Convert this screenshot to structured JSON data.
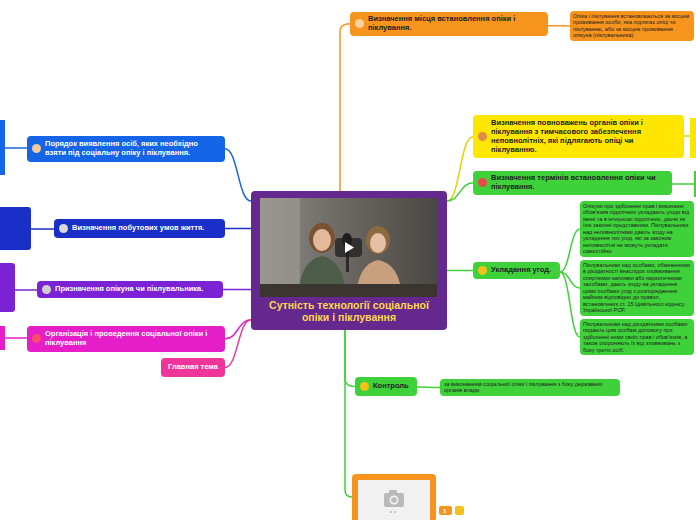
{
  "diagram": {
    "nodes": [
      {
        "text": [
          "Сутність технології соціальної опіки і піклування"
        ]
      },
      {
        "text": [
          "Визначення місця встановлення опіки і піклування."
        ]
      },
      {
        "text": [
          "Опіка і піклування встановлюються за місцем проживання особи, яка підлягає опіці чи піклуванню, або за місцем проживання опікуна (піклувальника)."
        ]
      },
      {
        "text": [
          "Визначення повноважень органів опіки і піклування з тимчасового забезпечення неповнолітніх, які підлягають опіці чи піклуванню."
        ]
      },
      {
        "text": [
          "Визначення термінів встановлення опіки чи піклування."
        ]
      },
      {
        "text": [
          "Укладання угод."
        ]
      },
      {
        "text": [
          "Опікуни при здійсненні прав і виконанні обов'язків підопічних укладають угоди від імені та в інтересах підопічних, діючи як їхні законні представники. Піклувальники над неповнолітніми дають згоду на укладення тих угод, які за законом неповнолітні не можуть укладати самостійно."
        ]
      },
      {
        "text": [
          "Піклувальники над особами, обмеженими в дієздатності внаслідок зловживання спиртними напоями або наркотичними засобами, дають згоду на укладення цими особами угод з розпорядження майном відповідно до правил, встановлених ст. 15 Цивільного кодексу Української РСР."
        ]
      },
      {
        "text": [
          "Піклувальники над дієздатними особами подають цим особам допомогу при здійсненні ними своїх прав і обов'язків, а також охороняють їх від зловживань з боку третіх осіб."
        ]
      },
      {
        "text": [
          "Контроль"
        ]
      },
      {
        "text": [
          "за виконанням соціальної опіки і піклування з боку державних органів влади."
        ]
      },
      {
        "text": [
          "Порядок виявлення осіб, яких необхідно взяти під соціальну опіку і піклування."
        ]
      },
      {
        "text": [
          "Визначення побутових умов життя."
        ]
      },
      {
        "text": [
          "Призначення опікуна чи піклувальника."
        ]
      },
      {
        "text": [
          "Організація і проведення соціальної опіки і піклування"
        ]
      },
      {
        "text": [
          "Главная тема"
        ]
      }
    ],
    "edges": [
      {
        "from": 0,
        "to": 1,
        "arrow": "none"
      },
      {
        "from": 1,
        "to": 2,
        "arrow": "none"
      },
      {
        "from": 0,
        "to": 3,
        "arrow": "none"
      },
      {
        "from": 0,
        "to": 4,
        "arrow": "none"
      },
      {
        "from": 0,
        "to": 5,
        "arrow": "none"
      },
      {
        "from": 5,
        "to": 6,
        "arrow": "none"
      },
      {
        "from": 5,
        "to": 7,
        "arrow": "none"
      },
      {
        "from": 5,
        "to": 8,
        "arrow": "none"
      },
      {
        "from": 0,
        "to": 9,
        "arrow": "none"
      },
      {
        "from": 9,
        "to": 10,
        "arrow": "none"
      },
      {
        "from": 0,
        "to": 11,
        "arrow": "none"
      },
      {
        "from": 0,
        "to": 12,
        "arrow": "none"
      },
      {
        "from": 0,
        "to": 13,
        "arrow": "none"
      },
      {
        "from": 0,
        "to": 14,
        "arrow": "none"
      },
      {
        "from": 0,
        "to": 15,
        "arrow": "none"
      }
    ],
    "labels": [
      "1"
    ]
  }
}
